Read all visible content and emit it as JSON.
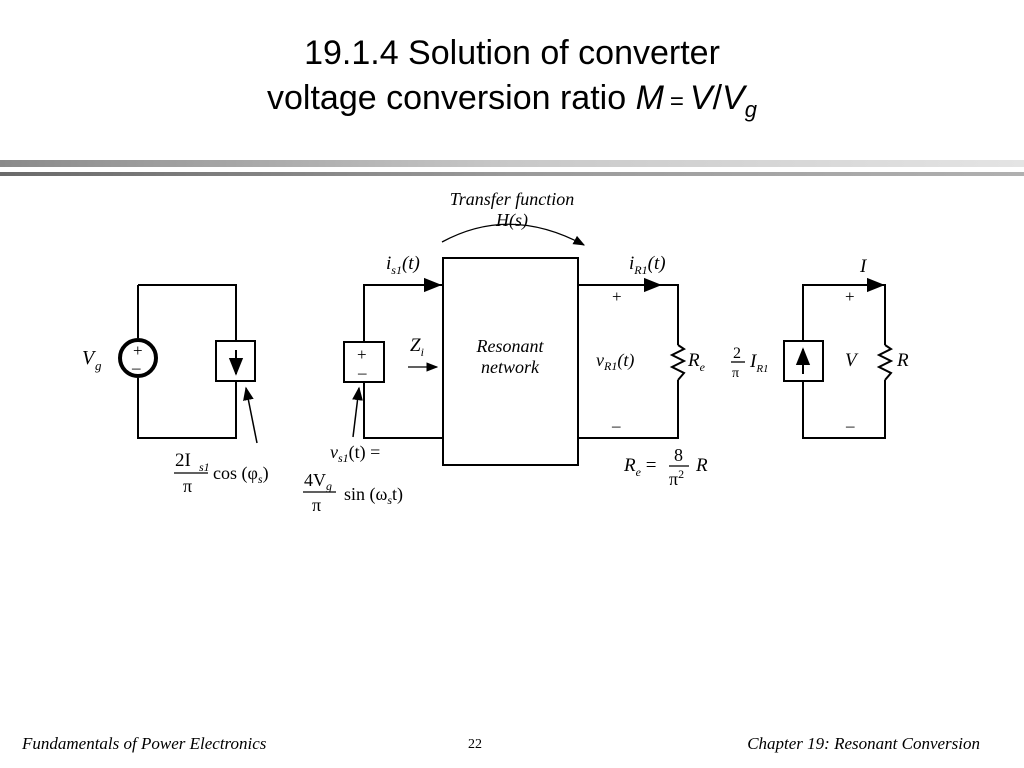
{
  "slide": {
    "title_line1": "19.1.4  Solution of converter",
    "title_line2_prefix": "voltage conversion ratio ",
    "title_M": "M",
    "title_eq": "=",
    "title_V": "V",
    "title_slash": "/",
    "title_Vg": "V",
    "title_Vg_sub": "g"
  },
  "diagram": {
    "transfer_label_1": "Transfer function",
    "transfer_label_2": "H(s)",
    "resonant_1": "Resonant",
    "resonant_2": "network",
    "vg_label": "V",
    "vg_sub": "g",
    "plus": "+",
    "minus": "–",
    "is1_label": "i",
    "is1_sub": "s1",
    "is1_t": "(t)",
    "zi_label": "Z",
    "zi_sub": "i",
    "ir1_label": "i",
    "ir1_sub": "R1",
    "ir1_t": "(t)",
    "vr1_label": "v",
    "vr1_sub": "R1",
    "vr1_t": "(t)",
    "re_label": "R",
    "re_sub": "e",
    "re_eq_lhs": "R",
    "re_eq_sub": "e",
    "re_eq_eq": " = ",
    "re_eq_num": "8",
    "re_eq_den": "π",
    "re_eq_den_sup": "2",
    "re_eq_R": "R",
    "src_num": "2I",
    "src_num_sub": "s1",
    "src_den": "π",
    "src_cos": "cos (φ",
    "src_cos_sub": "s",
    "src_cos_end": ")",
    "vs1_label": "v",
    "vs1_sub": "s1",
    "vs1_rest": "(t) =",
    "vs1_num": "4V",
    "vs1_num_sub": "g",
    "vs1_den": "π",
    "vs1_sin": "sin (ω",
    "vs1_sin_sub": "s",
    "vs1_sin_end": "t)",
    "out_I": "I",
    "out_V": "V",
    "out_R": "R",
    "out_frac_num": "2",
    "out_frac_den": "π",
    "out_IR1": "I",
    "out_IR1_sub": "R1"
  },
  "footer": {
    "left": "Fundamentals of Power Electronics",
    "page": "22",
    "right": "Chapter 19:  Resonant Conversion"
  }
}
